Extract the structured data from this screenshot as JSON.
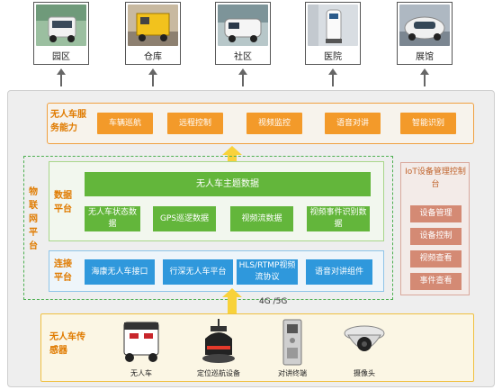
{
  "scenarios": [
    {
      "label": "园区",
      "icon": "campus-vehicle-photo"
    },
    {
      "label": "仓库",
      "icon": "warehouse-vehicle-photo"
    },
    {
      "label": "社区",
      "icon": "community-vehicle-photo"
    },
    {
      "label": "医院",
      "icon": "hospital-robot-photo"
    },
    {
      "label": "展馆",
      "icon": "exhibition-vehicle-photo"
    }
  ],
  "service": {
    "title": "无人车服务能力",
    "items": [
      "车辆巡航",
      "远程控制",
      "视频监控",
      "语音对讲",
      "智能识别"
    ]
  },
  "iot": {
    "title": "物联网平台",
    "data_platform": {
      "title": "数据平台",
      "main": "无人车主题数据",
      "items": [
        "无人车状态数据",
        "GPS巡逻数据",
        "视频流数据",
        "视频事件识别数据"
      ]
    },
    "connect_platform": {
      "title": "连接平台",
      "items": [
        "海康无人车接口",
        "行深无人车平台",
        "HLS/RTMP视频流协议",
        "语音对讲组件"
      ]
    }
  },
  "management": {
    "title": "IoT设备管理控制台",
    "items": [
      "设备管理",
      "设备控制",
      "视频查看",
      "事件查看"
    ]
  },
  "network_label": "4G /5G",
  "sensors": {
    "title": "无人车传感器",
    "items": [
      {
        "label": "无人车",
        "icon": "delivery-vehicle-icon"
      },
      {
        "label": "定位巡航设备",
        "icon": "cruise-robot-icon"
      },
      {
        "label": "对讲终端",
        "icon": "intercom-terminal-icon"
      },
      {
        "label": "摄像头",
        "icon": "dome-camera-icon"
      }
    ]
  },
  "colors": {
    "service_orange": "#f39a2a",
    "data_green": "#63b63b",
    "connect_blue": "#2f98dc",
    "mgmt_rose": "#d48a74",
    "arrow_yellow": "#f8d23a"
  }
}
